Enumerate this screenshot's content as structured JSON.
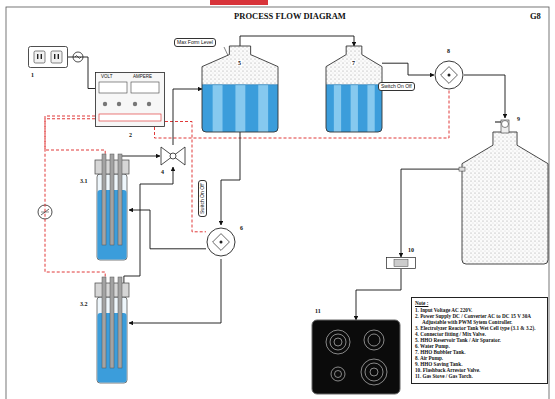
{
  "diagram": {
    "title": "PROCESS FLOW DIAGRAM",
    "nodes": [
      {
        "text": [
          "1"
        ]
      },
      {
        "text": [
          "2",
          "VOLT",
          "AMPERE"
        ]
      },
      {
        "text": [
          "3.1"
        ]
      },
      {
        "text": [
          "3.2"
        ]
      },
      {
        "text": [
          "4"
        ]
      },
      {
        "text": [
          "5",
          "Max Form Level"
        ]
      },
      {
        "text": [
          "6",
          "Switch On Off"
        ]
      },
      {
        "text": [
          "7"
        ]
      },
      {
        "text": [
          "8",
          "Switch On Off"
        ]
      },
      {
        "text": [
          "9"
        ]
      },
      {
        "text": [
          "10"
        ]
      },
      {
        "text": [
          "11"
        ]
      },
      {
        "text": [
          "Note :",
          "1. Input Voltage AC 220V.",
          "2. Power Supply DC / Converter AC to DC 15 V 30A Adjustable with PWM Sytem Controller.",
          "3. Electrolyzer Reactor Tank Wet Cell type (3.1 & 3.2).",
          "4. Connector fitting / Mix Valve.",
          "5. HHO Reservoir Tank / Air Sparator.",
          "6. Water Pump.",
          "7. HHO Bubbler Tank.",
          "8. Air Pump.",
          "9. HHO Saving Tank.",
          "10. Flashback Arrestor Valve.",
          "11. Gas Stove / Gas Torch."
        ]
      }
    ],
    "edges": [
      {
        "from": 0,
        "to": 1,
        "arrow": "none"
      },
      {
        "from": 1,
        "to": 2,
        "arrow": "none"
      },
      {
        "from": 1,
        "to": 3,
        "arrow": "none"
      },
      {
        "from": 1,
        "to": 6,
        "arrow": "none"
      },
      {
        "from": 1,
        "to": 8,
        "arrow": "none"
      },
      {
        "from": 2,
        "to": 4,
        "arrow": "to"
      },
      {
        "from": 3,
        "to": 4,
        "arrow": "to"
      },
      {
        "from": 4,
        "to": 5,
        "arrow": "to"
      },
      {
        "from": 5,
        "to": 6,
        "arrow": "to"
      },
      {
        "from": 6,
        "to": 2,
        "arrow": "to"
      },
      {
        "from": 6,
        "to": 3,
        "arrow": "to"
      },
      {
        "from": 5,
        "to": 7,
        "arrow": "to"
      },
      {
        "from": 7,
        "to": 8,
        "arrow": "to"
      },
      {
        "from": 8,
        "to": 9,
        "arrow": "to"
      },
      {
        "from": 9,
        "to": 10,
        "arrow": "to"
      },
      {
        "from": 10,
        "to": 11,
        "arrow": "to"
      }
    ],
    "labels": [
      "G8"
    ]
  }
}
